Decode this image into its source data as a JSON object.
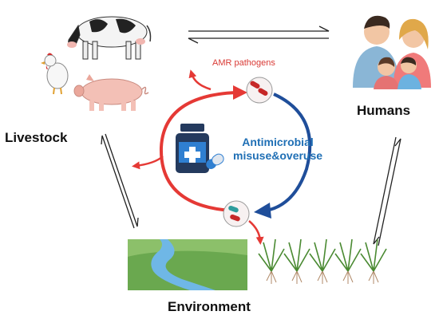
{
  "labels": {
    "livestock": "Livestock",
    "humans": "Humans",
    "environment": "Environment",
    "amr_pathogens": "AMR pathogens",
    "antimicrobial_line1": "Antimicrobial",
    "antimicrobial_line2": "misuse&overuse"
  },
  "colors": {
    "amr_text": "#d93a35",
    "antimicrobial_text": "#1f6fb5",
    "red_arrow": "#e53935",
    "blue_arrow": "#1f4e9a",
    "medicine_bottle": "#243a5e",
    "medicine_accent": "#2f7fd1",
    "landscape_green": "#6aa84f",
    "river": "#6fb7e6",
    "harpoon_arrows": "#222222"
  },
  "icons": [
    "cow-icon",
    "chicken-icon",
    "pig-icon",
    "family-icon",
    "medicine-bottle-icon",
    "capsule-icon",
    "bacteria-icon",
    "landscape-icon",
    "rice-plants-icon"
  ]
}
